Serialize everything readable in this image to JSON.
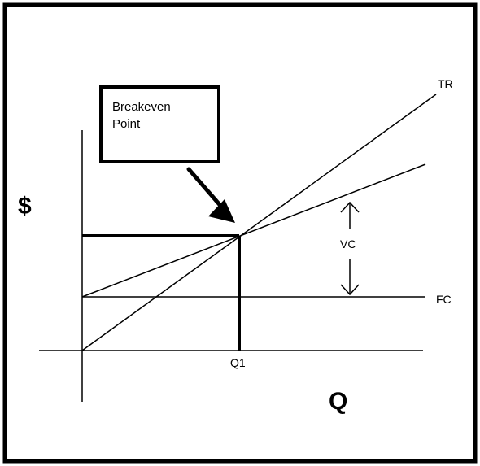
{
  "labels": {
    "y_axis": "$",
    "x_axis": "Q",
    "total_revenue": "TR",
    "fixed_cost": "FC",
    "variable_cost": "VC",
    "quantity_marker": "Q1"
  },
  "callout": {
    "line1": "Breakeven",
    "line2": "Point"
  },
  "colors": {
    "line": "#000000",
    "background": "#ffffff"
  }
}
